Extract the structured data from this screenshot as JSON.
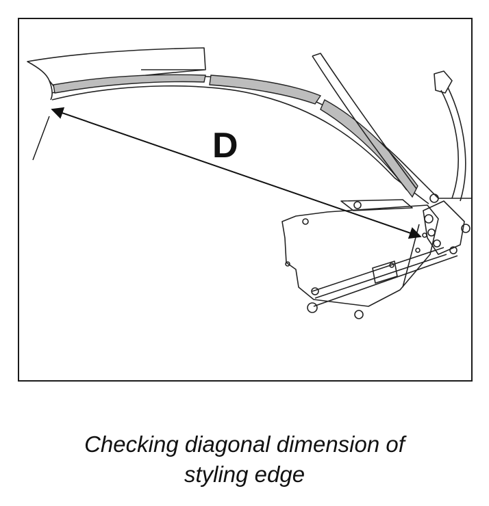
{
  "diagram": {
    "dimension_label": "D"
  },
  "caption": {
    "line1": "Checking diagonal dimension of",
    "line2": "styling edge"
  }
}
